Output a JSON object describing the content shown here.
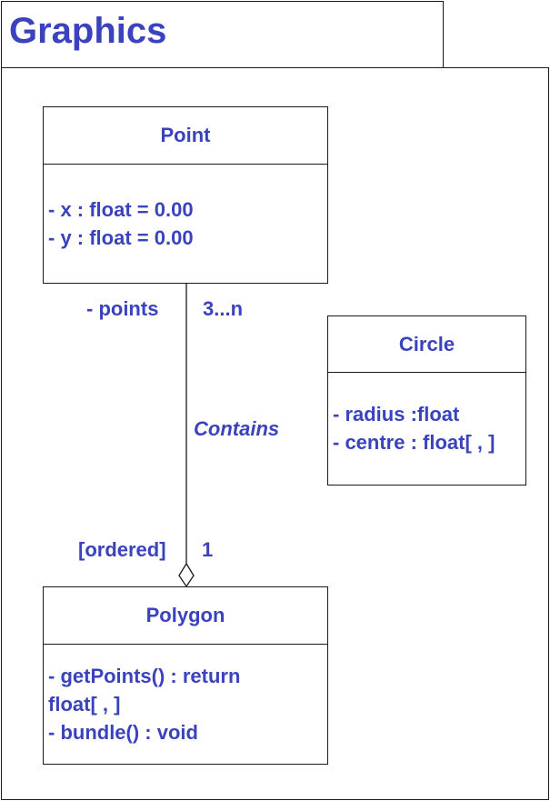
{
  "package": {
    "name": "Graphics"
  },
  "classes": {
    "point": {
      "name": "Point",
      "attributes": [
        "- x : float = 0.00",
        "- y : float = 0.00"
      ]
    },
    "circle": {
      "name": "Circle",
      "attributes": [
        "- radius :float",
        "- centre : float[ , ]"
      ]
    },
    "polygon": {
      "name": "Polygon",
      "operations": [
        "- getPoints() : return",
        "float[ , ]",
        "- bundle() : void"
      ]
    }
  },
  "association": {
    "name": "Contains",
    "point_end": {
      "role": "- points",
      "multiplicity": "3...n"
    },
    "polygon_end": {
      "constraint": "[ordered]",
      "multiplicity": "1"
    },
    "kind": "aggregation"
  },
  "colors": {
    "text": "#3a43bd",
    "line": "#1a1a1a",
    "background": "#ffffff"
  }
}
